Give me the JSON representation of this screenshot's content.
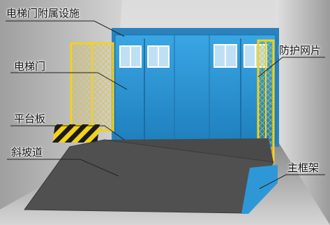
{
  "labels": {
    "elevator_door_attachments": "电梯门附属设施",
    "elevator_door": "电梯门",
    "platform_board": "平台板",
    "ramp": "斜坡道",
    "protective_mesh": "防护网片",
    "main_frame": "主框架"
  },
  "colors": {
    "door_blue": "#2e98d6",
    "frame_yellow": "#f2d21c",
    "platform_gray": "#555555",
    "wall_gray": "#c9c9c9"
  }
}
